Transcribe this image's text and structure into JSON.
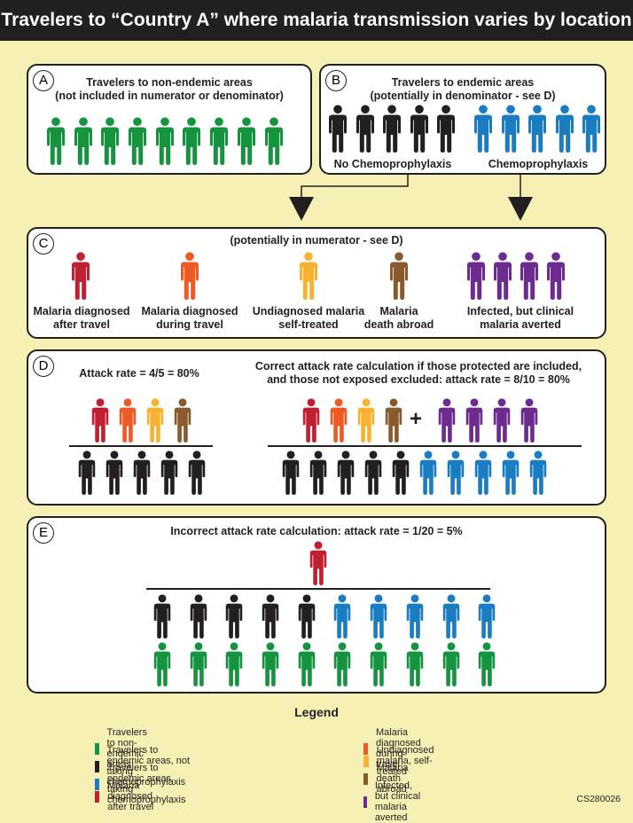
{
  "title": "Travelers to “Country A” where malaria transmission varies by location",
  "colors": {
    "green": "#15933f",
    "black": "#231f20",
    "blue": "#1b7dc1",
    "red": "#c0202f",
    "orange": "#ee5a24",
    "yellow": "#f7b233",
    "brown": "#8a5a2f",
    "purple": "#6e2b8f"
  },
  "panel_a": {
    "label": "A",
    "title": "Travelers to non-endemic areas\n(not included in numerator or denominator)",
    "figures": [
      "green",
      "green",
      "green",
      "green",
      "green",
      "green",
      "green",
      "green",
      "green"
    ]
  },
  "panel_b": {
    "label": "B",
    "title": "Travelers to endemic areas\n(potentially in denominator - see D)",
    "no_chemo_label": "No Chemoprophylaxis",
    "chemo_label": "Chemoprophylaxis",
    "no_chemo_figures": [
      "black",
      "black",
      "black",
      "black",
      "black"
    ],
    "chemo_figures": [
      "blue",
      "blue",
      "blue",
      "blue",
      "blue"
    ]
  },
  "panel_c": {
    "label": "C",
    "title": "(potentially in numerator - see D)",
    "groups": [
      {
        "caption": "Malaria diagnosed\nafter travel",
        "figures": [
          "red"
        ]
      },
      {
        "caption": "Malaria diagnosed\nduring travel",
        "figures": [
          "orange"
        ]
      },
      {
        "caption": "Undiagnosed malaria\nself-treated",
        "figures": [
          "yellow"
        ]
      },
      {
        "caption": "Malaria\ndeath abroad",
        "figures": [
          "brown"
        ]
      },
      {
        "caption": "Infected, but clinical\nmalaria averted",
        "figures": [
          "purple",
          "purple",
          "purple",
          "purple"
        ]
      }
    ]
  },
  "panel_d": {
    "label": "D",
    "left_title": "Attack rate = 4/5 = 80%",
    "right_title": "Correct attack rate calculation if those protected are included,\nand those not exposed excluded: attack rate = 8/10 = 80%",
    "plus": "+",
    "left_numerator": [
      "red",
      "orange",
      "yellow",
      "brown"
    ],
    "left_denominator": [
      "black",
      "black",
      "black",
      "black",
      "black"
    ],
    "right_numerator_a": [
      "red",
      "orange",
      "yellow",
      "brown"
    ],
    "right_numerator_b": [
      "purple",
      "purple",
      "purple",
      "purple"
    ],
    "right_denominator": [
      "black",
      "black",
      "black",
      "black",
      "black",
      "blue",
      "blue",
      "blue",
      "blue",
      "blue"
    ]
  },
  "panel_e": {
    "label": "E",
    "title": "Incorrect attack rate calculation: attack rate = 1/20 = 5%",
    "numerator": [
      "red"
    ],
    "denominator_row1": [
      "black",
      "black",
      "black",
      "black",
      "black",
      "blue",
      "blue",
      "blue",
      "blue",
      "blue"
    ],
    "denominator_row2": [
      "green",
      "green",
      "green",
      "green",
      "green",
      "green",
      "green",
      "green",
      "green",
      "green"
    ]
  },
  "legend": {
    "title": "Legend",
    "items": [
      {
        "color": "#15933f",
        "label": "Travelers to non-endemic areas"
      },
      {
        "color": "#231f20",
        "label": "Travelers to endemic areas, not taking chemoprophylaxis"
      },
      {
        "color": "#1b7dc1",
        "label": "Travelers to endemic areas, taking chemoprophylaxis"
      },
      {
        "color": "#c0202f",
        "label": "Malaria diagnosed after travel"
      },
      {
        "color": "#ee5a24",
        "label": "Malaria diagnosed during travel"
      },
      {
        "color": "#f7b233",
        "label": "Undiagnosed malaria, self-treated"
      },
      {
        "color": "#8a5a2f",
        "label": "Malaria death abroad"
      },
      {
        "color": "#6e2b8f",
        "label": "Infected, but clinical malaria averted"
      }
    ]
  },
  "figure_code": "CS280026"
}
